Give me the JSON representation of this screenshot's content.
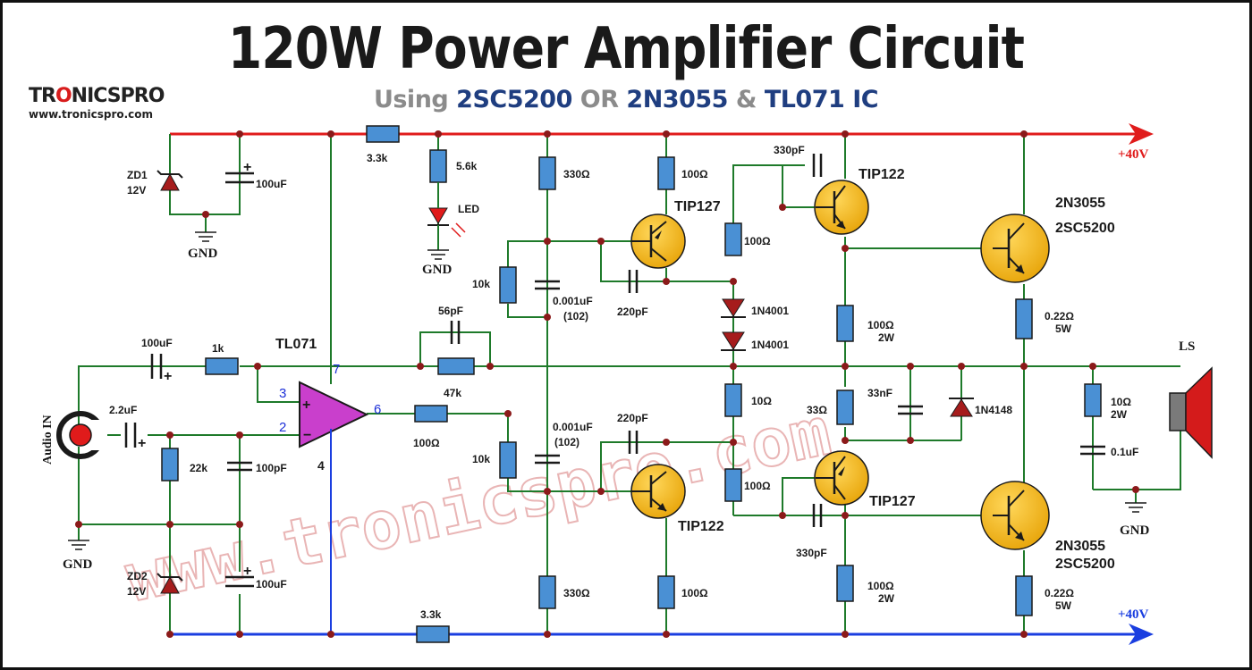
{
  "title": "120W Power Amplifier Circuit",
  "subtitle": {
    "using": "Using",
    "part1": "2SC5200",
    "or": "OR",
    "part2": "2N3055",
    "amp": "&",
    "part3": "TL071 IC"
  },
  "logo": {
    "pre": "TR",
    "o": "O",
    "post": "NICSPRO",
    "url": "www.tronicspro.com"
  },
  "watermark": "www.tronicspro.com",
  "labels": {
    "vpos": "+40V",
    "vneg": "+40V",
    "gnd": "GND",
    "audio_in": "Audio IN",
    "ls": "LS",
    "zd1": "ZD1",
    "zd2": "ZD2",
    "v12": "12V",
    "c100uf": "100uF",
    "r33k": "3.3k",
    "r56k": "5.6k",
    "led": "LED",
    "r330": "330Ω",
    "r100": "100Ω",
    "r10k": "10k",
    "c001uf": "0.001uF",
    "c102": "(102)",
    "c220pf": "220pF",
    "c330pf": "330pF",
    "c56pf": "56pF",
    "c100pf": "100pF",
    "c22uf": "2.2uF",
    "r1k": "1k",
    "r47k": "47k",
    "r22k": "22k",
    "tl071": "TL071",
    "pin2": "2",
    "pin3": "3",
    "pin4": "4",
    "pin6": "6",
    "pin7": "7",
    "tip127": "TIP127",
    "tip122": "TIP122",
    "n4001": "1N4001",
    "n4148": "1N4148",
    "r10": "10Ω",
    "r33": "33Ω",
    "c33nf": "33nF",
    "r100_2w": "100Ω",
    "w2": "2W",
    "r022": "0.22Ω",
    "w5": "5W",
    "r10_2w": "10Ω",
    "c01uf": "0.1uF",
    "q2n3055": "2N3055",
    "q2sc5200": "2SC5200"
  },
  "colors": {
    "positive_rail": "#e01b1b",
    "negative_rail": "#1a3ee0",
    "signal_wire": "#1e7a2a",
    "resistor": "#4a90d4",
    "transistor": "#f3b51c",
    "opamp": "#c93fcc",
    "node": "#8b1a1a"
  }
}
